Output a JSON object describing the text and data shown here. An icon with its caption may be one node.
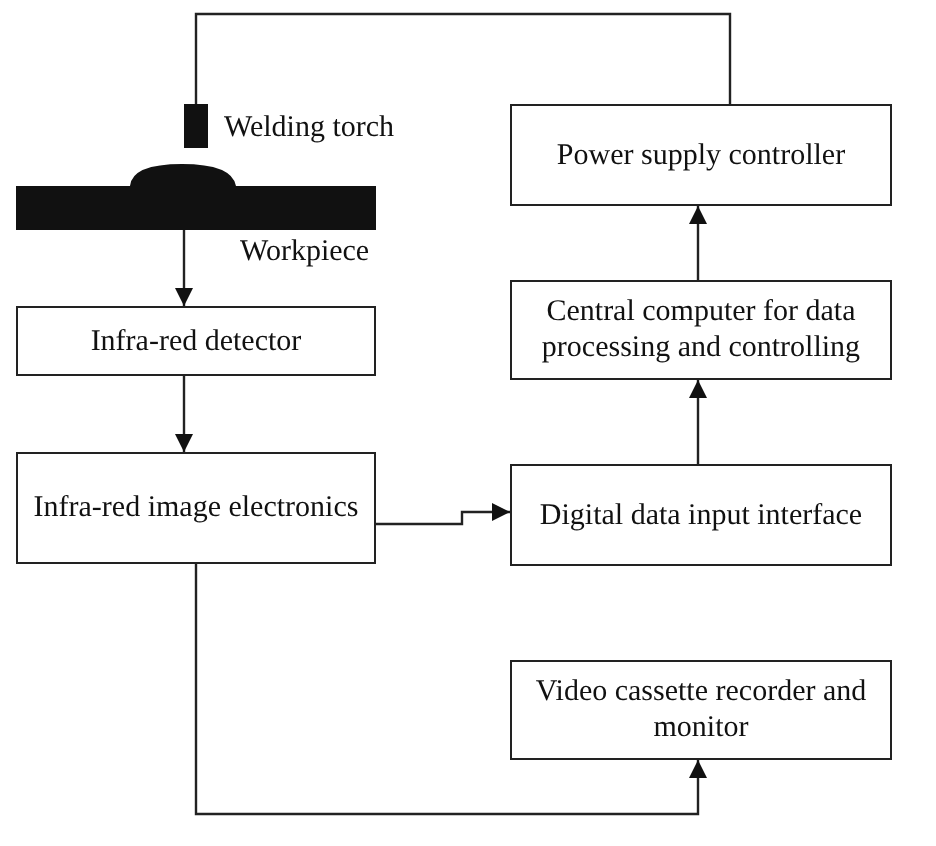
{
  "diagram": {
    "nodes": [
      {
        "text": [],
        "shape": "bar",
        "beside": [
          "Welding torch"
        ]
      },
      {
        "text": [
          "Power supply controller"
        ]
      },
      {
        "text": [],
        "shape": "picture",
        "beside": [
          "Workpiece"
        ]
      },
      {
        "text": [
          "Central computer for data processing and controlling"
        ]
      },
      {
        "text": [
          "Infra-red detector"
        ]
      },
      {
        "text": [
          "Digital data input interface"
        ]
      },
      {
        "text": [
          "Infra-red image electronics"
        ]
      },
      {
        "text": [
          "Video cassette recorder and monitor"
        ]
      }
    ],
    "edges": [
      {
        "from": 0,
        "to": 1,
        "arrow": "none"
      },
      {
        "from": 2,
        "to": 4,
        "arrow": "to"
      },
      {
        "from": 4,
        "to": 6,
        "arrow": "to"
      },
      {
        "from": 6,
        "to": 5,
        "arrow": "to"
      },
      {
        "from": 5,
        "to": 3,
        "arrow": "to"
      },
      {
        "from": 3,
        "to": 1,
        "arrow": "to"
      },
      {
        "from": 6,
        "to": 7,
        "arrow": "to"
      }
    ]
  }
}
